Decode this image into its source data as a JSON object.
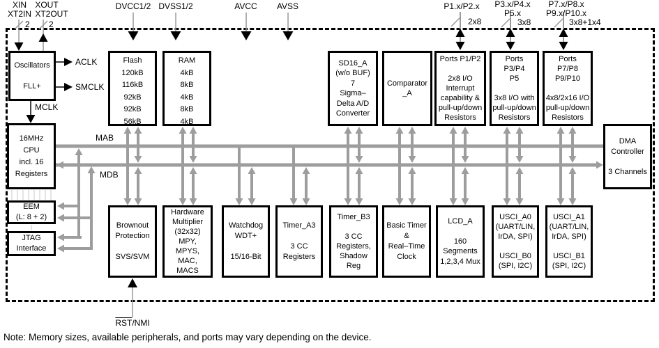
{
  "colors": {
    "bus": "#9d9d9d",
    "pin_line": "#9a9a9a",
    "thin": "#c9c9c9",
    "black": "#000000"
  },
  "pins": {
    "xin": "XIN",
    "xt2in": "XT2IN",
    "xin_width": "2",
    "xout": "XOUT",
    "xt2out": "XT2OUT",
    "xout_width": "2",
    "dvcc": "DVCC1/2",
    "dvss": "DVSS1/2",
    "avcc": "AVCC",
    "avss": "AVSS",
    "p12": "P1.x/P2.x",
    "p12_width": "2x8",
    "p34": "P3.x/P4.x",
    "p5": "P5.x",
    "p345_width": "3x8",
    "p78": "P7.x/P8.x",
    "p910": "P9.x/P10.x",
    "p78910_width": "3x8+1x4",
    "rst": "RST",
    "nmi": "/NMI"
  },
  "clocks": {
    "aclk": "ACLK",
    "smclk": "SMCLK",
    "mclk": "MCLK"
  },
  "buses": {
    "mab": "MAB",
    "mdb": "MDB"
  },
  "blocks": {
    "oscillators": "Oscillators\n\nFLL+",
    "flash": "Flash\n120kB\n116kB\n92kB\n92kB\n56kB",
    "ram": "RAM\n4kB\n8kB\n4kB\n8kB\n4kB",
    "sd16": "SD16_A\n(w/o BUF)\n7\nSigma–\nDelta A/D\nConverter",
    "comparator": "Comparator\n_A",
    "ports12": "Ports P1/P2\n\n2x8 I/O\nInterrupt\ncapability &\npull-up/down\nResistors",
    "ports345": "Ports\nP3/P4\nP5\n\n3x8 I/O with\npull-up/down\nResistors",
    "ports78910": "Ports\nP7/P8\nP9/P10\n\n4x8/2x16 I/O\npull-up/down\nResistors",
    "cpu": "16MHz\nCPU\nincl. 16\nRegisters",
    "dma": "DMA\nController\n\n3 Channels",
    "eem": "EEM\n(L: 8 + 2)",
    "jtag": "JTAG\nInterface",
    "brownout": "Brownout\nProtection\n\nSVS/SVM",
    "multiplier": "Hardware\nMultiplier\n(32x32)\nMPY,\nMPYS,\nMAC,\nMACS",
    "watchdog": "Watchdog\nWDT+\n\n15/16-Bit",
    "timer_a3": "Timer_A3\n\n3 CC\nRegisters",
    "timer_b3": "Timer_B3\n\n3 CC\nRegisters,\nShadow\nReg",
    "basic_timer": "Basic Timer\n&\nReal–Time\nClock",
    "lcd": "LCD_A\n\n160\nSegments\n1,2,3,4 Mux",
    "usci0": "USCI_A0\n(UART/LIN,\nIrDA, SPI)\n\nUSCI_B0\n(SPI, I2C)",
    "usci1": "USCI_A1\n(UART/LIN,\nIrDA, SPI)\n\nUSCI_B1\n(SPI, I2C)"
  },
  "note": "Note: Memory sizes, available peripherals, and ports may vary depending on the device."
}
